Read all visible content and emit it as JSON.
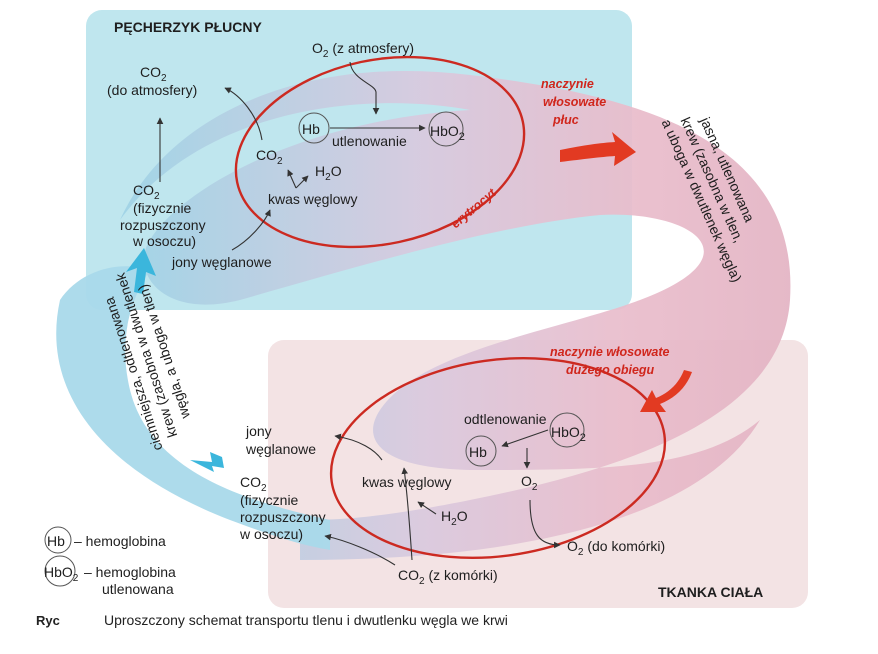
{
  "boxes": {
    "top_title": "PĘCHERZYK PŁUCNY",
    "bottom_title": "TKANKA CIAŁA"
  },
  "colors": {
    "lung_box": "#bfe6ee",
    "tissue_box": "#f3e3e4",
    "oxygenated": "#e7b9c9",
    "deoxygenated": "#9fd3e6",
    "erythrocyte_outline": "#cc2a21",
    "arrow_red": "#e23a22",
    "arrow_blue": "#3bb6dc"
  },
  "top": {
    "o2_atmo": {
      "main": "O",
      "sub": "2",
      "rest": " (z atmosfery)"
    },
    "co2_atmo_line1": {
      "main": "CO",
      "sub": "2",
      "rest": ""
    },
    "co2_atmo_line2": "(do atmosfery)",
    "hb": "Hb",
    "hbo2": {
      "main": "HbO",
      "sub": "2"
    },
    "utlenowanie": "utlenowanie",
    "co2_cell": {
      "main": "CO",
      "sub": "2"
    },
    "h2o_cell": {
      "main": "H",
      "sub": "2",
      "rest": "O"
    },
    "kwas": "kwas węglowy",
    "co2_plasma_1": {
      "main": "CO",
      "sub": "2"
    },
    "co2_plasma_2": "(fizycznie",
    "co2_plasma_3": "rozpuszczony",
    "co2_plasma_4": "w osoczu)",
    "jony": "jony węglanowe",
    "erytrocyt": "erytrocyt",
    "naczynie_pluc_1": "naczynie",
    "naczynie_pluc_2": "włosowate",
    "naczynie_pluc_3": "płuc"
  },
  "side_right": {
    "line1": "jasna, utlenowana",
    "line2": "krew (zasobna w tlen,",
    "line3": "a uboga w dwutlenek węgla)"
  },
  "side_left": {
    "line1": "ciemniejsza, odtlenowana",
    "line2": "krew (zasobna w dwutlenek",
    "line3": "węgla, a uboga w tlen)"
  },
  "bottom": {
    "naczynie_duzego_1": "naczynie włosowate",
    "naczynie_duzego_2": "dużego obiegu",
    "odtlenowanie": "odtlenowanie",
    "hbo2": {
      "main": "HbO",
      "sub": "2"
    },
    "hb": "Hb",
    "o2": {
      "main": "O",
      "sub": "2"
    },
    "o2_cell": {
      "main": "O",
      "sub": "2",
      "rest": " (do komórki)"
    },
    "kwas": "kwas węglowy",
    "h2o": {
      "main": "H",
      "sub": "2",
      "rest": "O"
    },
    "jony_1": "jony",
    "jony_2": "węglanowe",
    "co2_plasma_1": {
      "main": "CO",
      "sub": "2"
    },
    "co2_plasma_2": "(fizycznie",
    "co2_plasma_3": "rozpuszczony",
    "co2_plasma_4": "w osoczu)",
    "co2_cell": {
      "main": "CO",
      "sub": "2",
      "rest": " (z komórki)"
    }
  },
  "legend": {
    "hb_symbol": "Hb",
    "hb_text": "– hemoglobina",
    "hbo2_symbol": {
      "main": "HbO",
      "sub": "2"
    },
    "hbo2_text_1": "– hemoglobina",
    "hbo2_text_2": "utlenowana"
  },
  "caption": {
    "key": "Ryc",
    "text": "Uproszczony schemat transportu tlenu i dwutlenku węgla we krwi"
  }
}
